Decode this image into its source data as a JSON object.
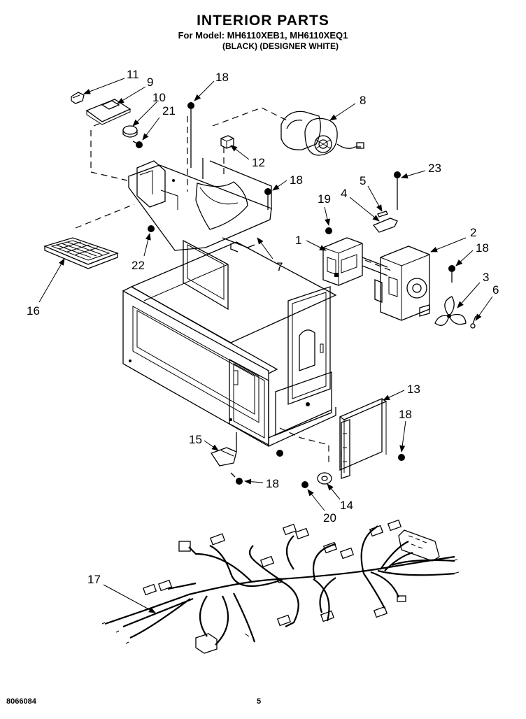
{
  "header": {
    "title": "INTERIOR PARTS",
    "model_line": "For Model: MH6110XEB1, MH6110XEQ1",
    "variant_line": "(BLACK)  (DESIGNER WHITE)"
  },
  "footer": {
    "doc_number": "8066084",
    "page_number": "5"
  },
  "callouts": [
    {
      "id": "11",
      "label": "11"
    },
    {
      "id": "9",
      "label": "9"
    },
    {
      "id": "10",
      "label": "10"
    },
    {
      "id": "21",
      "label": "21"
    },
    {
      "id": "18a",
      "label": "18"
    },
    {
      "id": "8",
      "label": "8"
    },
    {
      "id": "12",
      "label": "12"
    },
    {
      "id": "18b",
      "label": "18"
    },
    {
      "id": "5",
      "label": "5"
    },
    {
      "id": "23",
      "label": "23"
    },
    {
      "id": "19",
      "label": "19"
    },
    {
      "id": "4",
      "label": "4"
    },
    {
      "id": "1",
      "label": "1"
    },
    {
      "id": "2",
      "label": "2"
    },
    {
      "id": "18c",
      "label": "18"
    },
    {
      "id": "22",
      "label": "22"
    },
    {
      "id": "7",
      "label": "7"
    },
    {
      "id": "3",
      "label": "3"
    },
    {
      "id": "6",
      "label": "6"
    },
    {
      "id": "16",
      "label": "16"
    },
    {
      "id": "13",
      "label": "13"
    },
    {
      "id": "18d",
      "label": "18"
    },
    {
      "id": "15",
      "label": "15"
    },
    {
      "id": "18e",
      "label": "18"
    },
    {
      "id": "14",
      "label": "14"
    },
    {
      "id": "20",
      "label": "20"
    },
    {
      "id": "17",
      "label": "17"
    }
  ]
}
